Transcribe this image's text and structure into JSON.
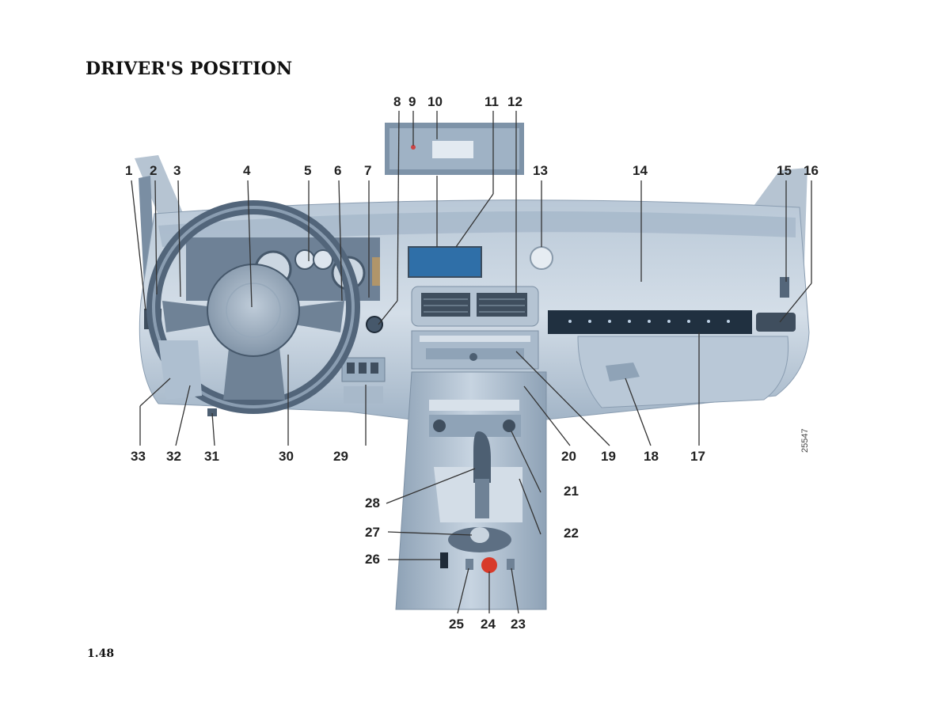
{
  "page": {
    "title": "DRIVER'S POSITION",
    "page_number": "1.48",
    "figure_ref": "25547"
  },
  "callouts": {
    "n1": "1",
    "n2": "2",
    "n3": "3",
    "n4": "4",
    "n5": "5",
    "n6": "6",
    "n7": "7",
    "n8": "8",
    "n9": "9",
    "n10": "10",
    "n11": "11",
    "n12": "12",
    "n13": "13",
    "n14": "14",
    "n15": "15",
    "n16": "16",
    "n17": "17",
    "n18": "18",
    "n19": "19",
    "n20": "20",
    "n21": "21",
    "n22": "22",
    "n23": "23",
    "n24": "24",
    "n25": "25",
    "n26": "26",
    "n27": "27",
    "n28": "28",
    "n29": "29",
    "n30": "30",
    "n31": "31",
    "n32": "32",
    "n33": "33"
  },
  "colors": {
    "dash_light": "#c9d6e3",
    "dash_mid": "#a8b9ca",
    "dash_dark": "#6f8296",
    "screen_blue": "#2f6fa8",
    "hazard_red": "#d83a2a"
  }
}
